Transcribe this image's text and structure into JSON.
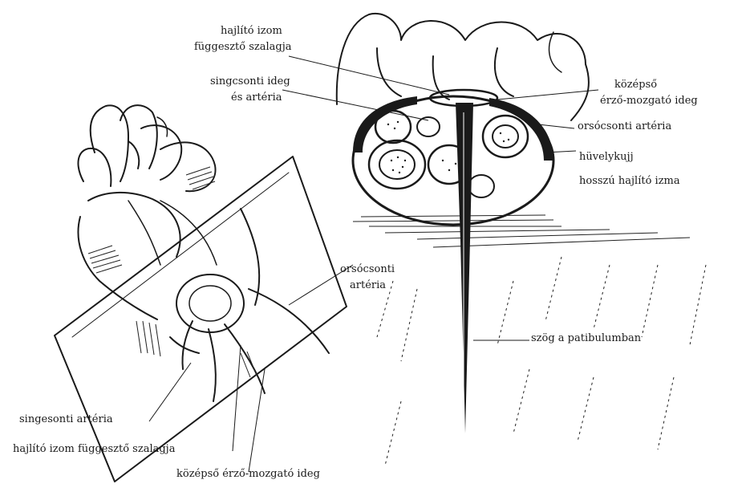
{
  "labels": {
    "hajlito_izom_top_1": "hajlító izom",
    "hajlito_izom_top_2": "függesztő szalagja",
    "singesonti_ideg_1": "singcsonti ideg",
    "singesonti_ideg_2": "és artéria",
    "kozepso_1": "középső",
    "kozepso_2": "érző-mozgató ideg",
    "orsocsonti_arteria_right": "orsócsonti artéria",
    "huvelykujj_1": "hüvelykujj",
    "huvelykujj_2": "hosszú  hajlító izma",
    "orsocsonti_mid_1": "orsócsonti",
    "orsocsonti_mid_2": "artéria",
    "szog": "szög a patibulumban",
    "singesonti_arteria_bottom": "singesonti artéria",
    "hajlito_izom_bottom": "hajlító izom függesztő szalagja",
    "kozepso_bottom": "középső érző-mozgató ideg"
  },
  "colors": {
    "ink": "#1a1a1a",
    "paper": "#ffffff"
  }
}
